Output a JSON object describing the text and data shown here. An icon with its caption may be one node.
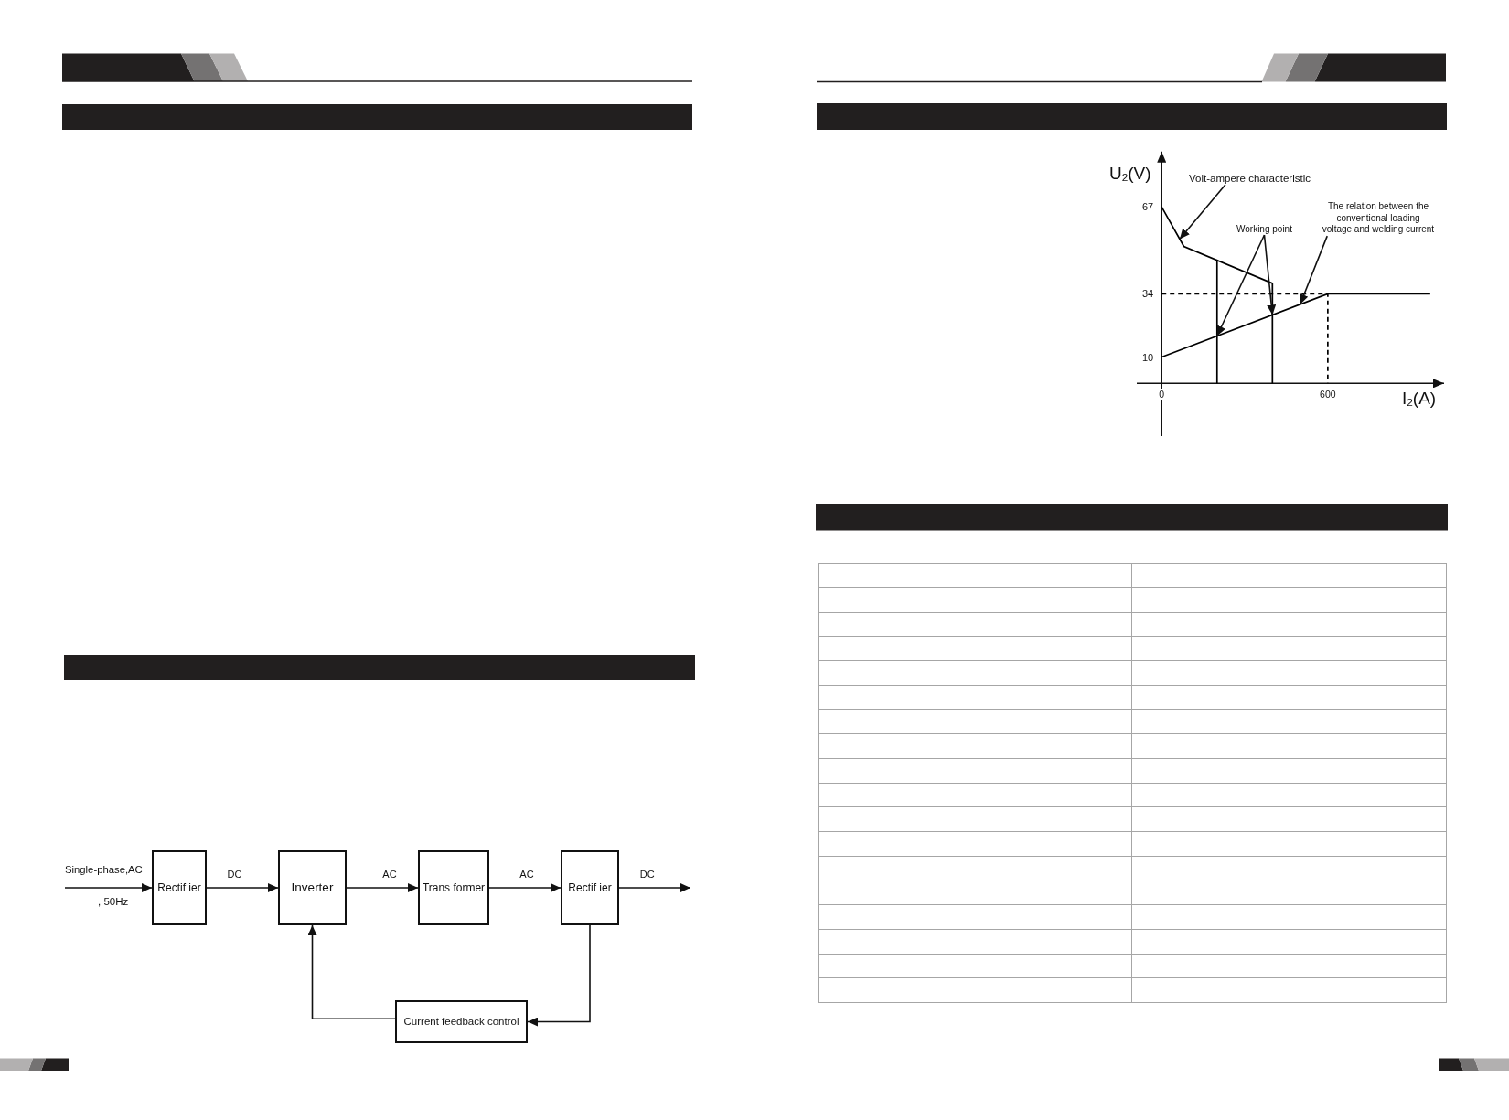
{
  "diagram": {
    "nodes": [
      {
        "text": [],
        "shape": "bar"
      },
      {
        "text": [],
        "shape": "bar"
      },
      {
        "text": [
          "Rectif ier"
        ]
      },
      {
        "text": [
          "Inverter"
        ]
      },
      {
        "text": [
          "Trans former"
        ]
      },
      {
        "text": [
          "Rectif ier"
        ]
      },
      {
        "text": [
          "Current feedback control"
        ]
      },
      {
        "text": [],
        "shape": "bar"
      },
      {
        "text": [
          "Volt-ampere characteristic"
        ]
      },
      {
        "text": [
          "Working point"
        ]
      },
      {
        "text": [
          "The relation between the conventional loading voltage and welding current"
        ]
      },
      {
        "text": [],
        "shape": "bar"
      }
    ],
    "edges": [
      {
        "from": null,
        "to": 2,
        "arrow": "to",
        "label": "Single-phase,AC"
      },
      {
        "from": 2,
        "to": 3,
        "arrow": "to",
        "label": "DC"
      },
      {
        "from": 3,
        "to": 4,
        "arrow": "to",
        "label": "AC"
      },
      {
        "from": 4,
        "to": 5,
        "arrow": "to",
        "label": "AC"
      },
      {
        "from": 5,
        "to": null,
        "arrow": "to",
        "label": "DC"
      },
      {
        "from": 5,
        "to": 6,
        "arrow": "to"
      },
      {
        "from": 6,
        "to": 3,
        "arrow": "to"
      },
      {
        "from": 8,
        "to": null,
        "arrow": "to"
      },
      {
        "from": 9,
        "to": null,
        "arrow": "to"
      },
      {
        "from": 9,
        "to": null,
        "arrow": "to"
      },
      {
        "from": 10,
        "to": null,
        "arrow": "to"
      }
    ],
    "labels": [
      ", 50Hz"
    ],
    "chart_data": {
      "type": "line",
      "xlabel": "I$_{2}$(A)",
      "ylabel": "U$_{2}$(V)",
      "xlim": [
        -90,
        1020
      ],
      "ylim": [
        -20,
        88
      ],
      "xticks": [
        0,
        600
      ],
      "yticks": [
        10,
        34,
        67
      ],
      "series": [
        {
          "color": "#000000",
          "x": [
            0,
            80,
            400,
            400
          ],
          "values": [
            67,
            52,
            38,
            0
          ]
        },
        {
          "color": "#000000",
          "x": [
            200,
            200
          ],
          "values": [
            47,
            0
          ]
        },
        {
          "color": "#000000",
          "x": [
            0,
            600,
            970
          ],
          "values": [
            10,
            34,
            34
          ]
        },
        {
          "color": "#000000",
          "line_style": "dashed",
          "x": [
            0,
            600,
            600
          ],
          "values": [
            34,
            34,
            0
          ]
        }
      ]
    }
  }
}
